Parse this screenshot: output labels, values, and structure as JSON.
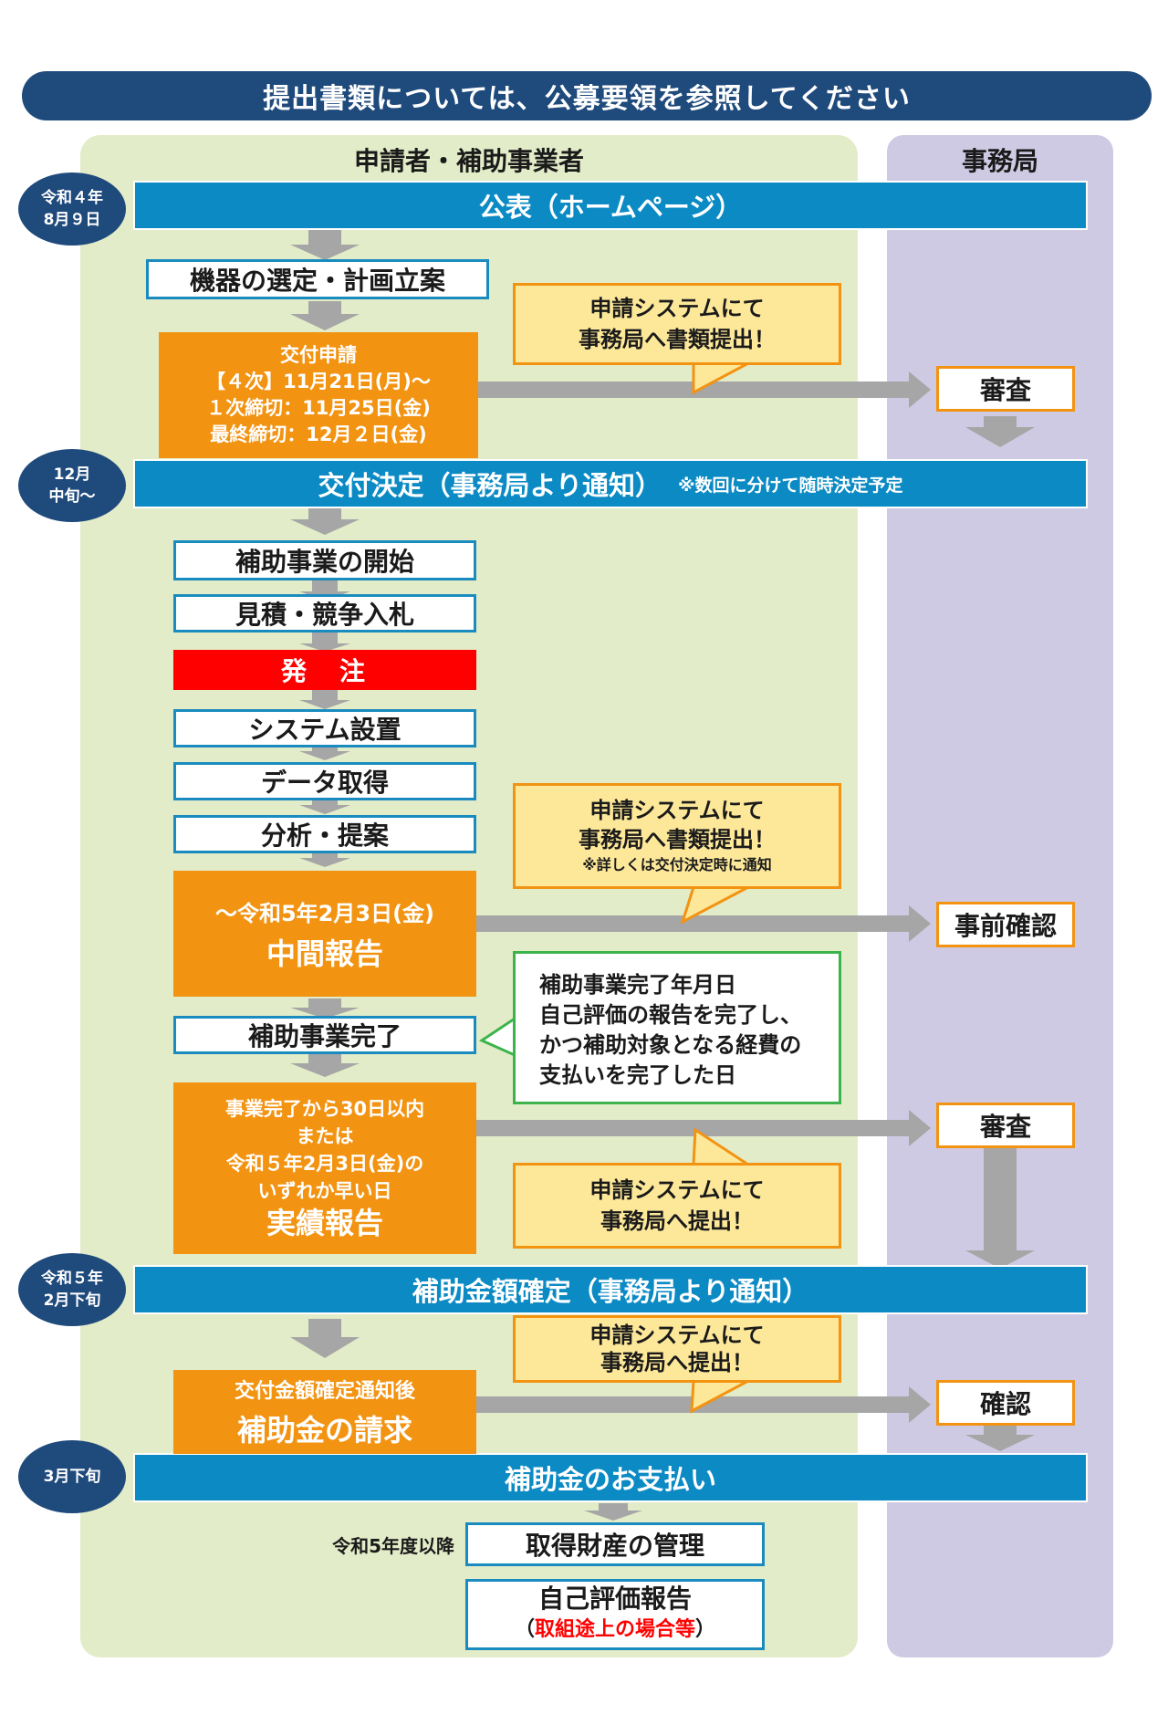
{
  "header": "提出書類については、公募要領を参照してください",
  "columns": {
    "applicant": "申請者・補助事業者",
    "office": "事務局"
  },
  "dates": {
    "d1": [
      "令和４年",
      "8月９日"
    ],
    "d2": [
      "12月",
      "中旬～"
    ],
    "d3": [
      "令和５年",
      "2月下旬"
    ],
    "d4": "3月下旬"
  },
  "bars": {
    "announce": "公表（ホームページ）",
    "decision": "交付決定（事務局より通知）",
    "decision_note": "※数回に分けて随時決定予定",
    "confirm_amount": "補助金額確定（事務局より通知）",
    "payment": "補助金のお支払い"
  },
  "steps": {
    "select": "機器の選定・計画立案",
    "start": "補助事業の開始",
    "estimate": "見積・競争入札",
    "order": "発　注",
    "install": "システム設置",
    "data": "データ取得",
    "analysis": "分析・提案",
    "complete": "補助事業完了",
    "asset": "取得財産の管理",
    "self_eval": "自己評価報告",
    "self_eval_note_open": "（",
    "self_eval_note": "取組途上の場合等",
    "self_eval_note_close": "）",
    "after_label": "令和5年度以降"
  },
  "application": {
    "title": "交付申請",
    "line1": "【４次】11月21日(月)～",
    "line2": "１次締切：11月25日(金)",
    "line3": "最終締切：12月２日(金)"
  },
  "interim": {
    "date": "～令和5年2月3日(金)",
    "title": "中間報告"
  },
  "result": {
    "line1": "事業完了から30日以内",
    "line2": "または",
    "line3": "令和５年2月3日(金)の",
    "line4": "いずれか早い日",
    "title": "実績報告"
  },
  "claim": {
    "line1": "交付金額確定通知後",
    "title": "補助金の請求"
  },
  "callouts": {
    "c1": [
      "申請システムにて",
      "事務局へ書類提出！"
    ],
    "c2": [
      "申請システムにて",
      "事務局へ書類提出！"
    ],
    "c2_note": "※詳しくは交付決定時に通知",
    "c3": [
      "申請システムにて",
      "事務局へ提出！"
    ],
    "c4": [
      "申請システムにて",
      "事務局へ提出！"
    ]
  },
  "definition": [
    "補助事業完了年月日",
    "自己評価の報告を完了し、",
    "かつ補助対象となる経費の",
    "支払いを完了した日"
  ],
  "office": {
    "review1": "審査",
    "precheck": "事前確認",
    "review2": "審査",
    "confirm": "確認"
  },
  "colors": {
    "navy": "#1f4a7c",
    "blue": "#0b8ac4",
    "orange": "#f29312",
    "yellow": "#fde89a",
    "red": "#ff0000",
    "green": "#3cb44b",
    "arrow": "#a6a6a6",
    "applicant_bg": "#e3ecc8",
    "office_bg": "#cfcae3"
  }
}
